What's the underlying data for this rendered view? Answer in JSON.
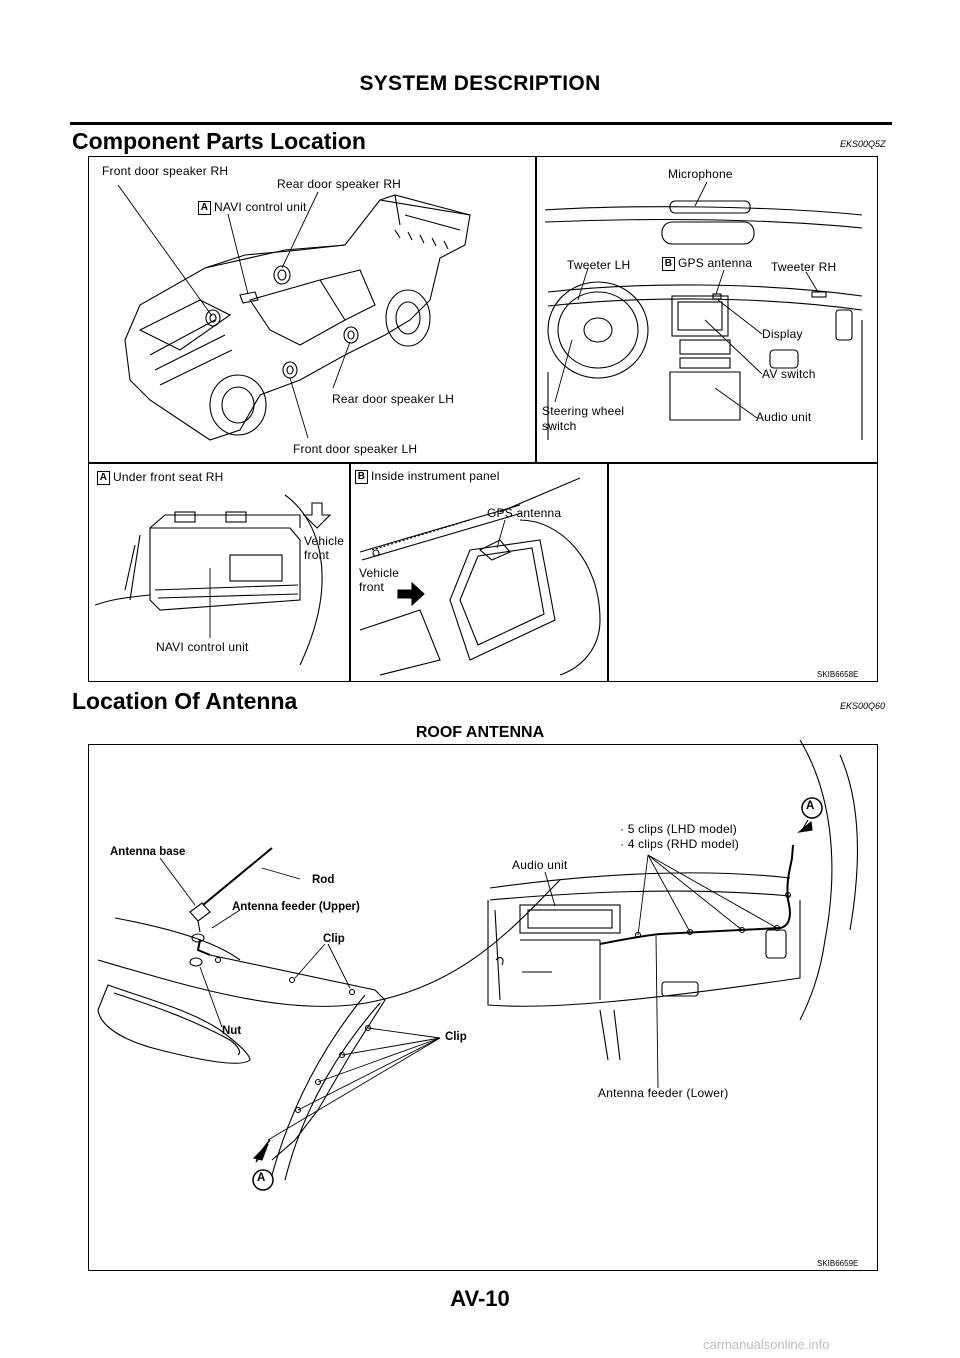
{
  "header": {
    "title": "SYSTEM DESCRIPTION"
  },
  "section1": {
    "title": "Component Parts Location",
    "code": "EKS00Q5Z",
    "figure_id": "SKIB6658E",
    "labels": {
      "front_door_rh": "Front door speaker RH",
      "rear_door_rh": "Rear door speaker RH",
      "navi_control_unit": "NAVI control unit",
      "rear_door_lh": "Rear door speaker LH",
      "front_door_lh": "Front door speaker LH",
      "microphone": "Microphone",
      "tweeter_lh": "Tweeter LH",
      "gps_antenna": "GPS antenna",
      "tweeter_rh": "Tweeter RH",
      "display": "Display",
      "av_switch": "AV  switch",
      "steering_switch_1": "Steering wheel",
      "steering_switch_2": "switch",
      "audio_unit": "Audio unit"
    },
    "detail_a": {
      "tag": "A",
      "title": "Under front seat RH",
      "vehicle_front_1": "Vehicle",
      "vehicle_front_2": "front",
      "navi_control_unit": "NAVI control unit"
    },
    "detail_b": {
      "tag": "B",
      "title": "Inside instrument panel",
      "gps_antenna": "GPS antenna",
      "vehicle_front_1": "Vehicle",
      "vehicle_front_2": "front"
    }
  },
  "section2": {
    "title": "Location Of Antenna",
    "code": "EKS00Q60",
    "subtitle": "ROOF ANTENNA",
    "figure_id": "SKIB6659E",
    "labels": {
      "antenna_base": "Antenna base",
      "rod": "Rod",
      "antenna_feeder_upper": "Antenna feeder (Upper)",
      "clip_upper": "Clip",
      "nut": "Nut",
      "clip_lower": "Clip",
      "clips_lhd": "· 5 clips (LHD model)",
      "clips_rhd": "· 4 clips (RHD model)",
      "audio_unit": "Audio unit",
      "antenna_feeder_lower": "Antenna feeder (Lower)",
      "marker_a_top": "A",
      "marker_a_bottom": "A"
    }
  },
  "footer": {
    "page": "AV-10"
  },
  "watermark": {
    "text": "carmanualsonline.info"
  }
}
